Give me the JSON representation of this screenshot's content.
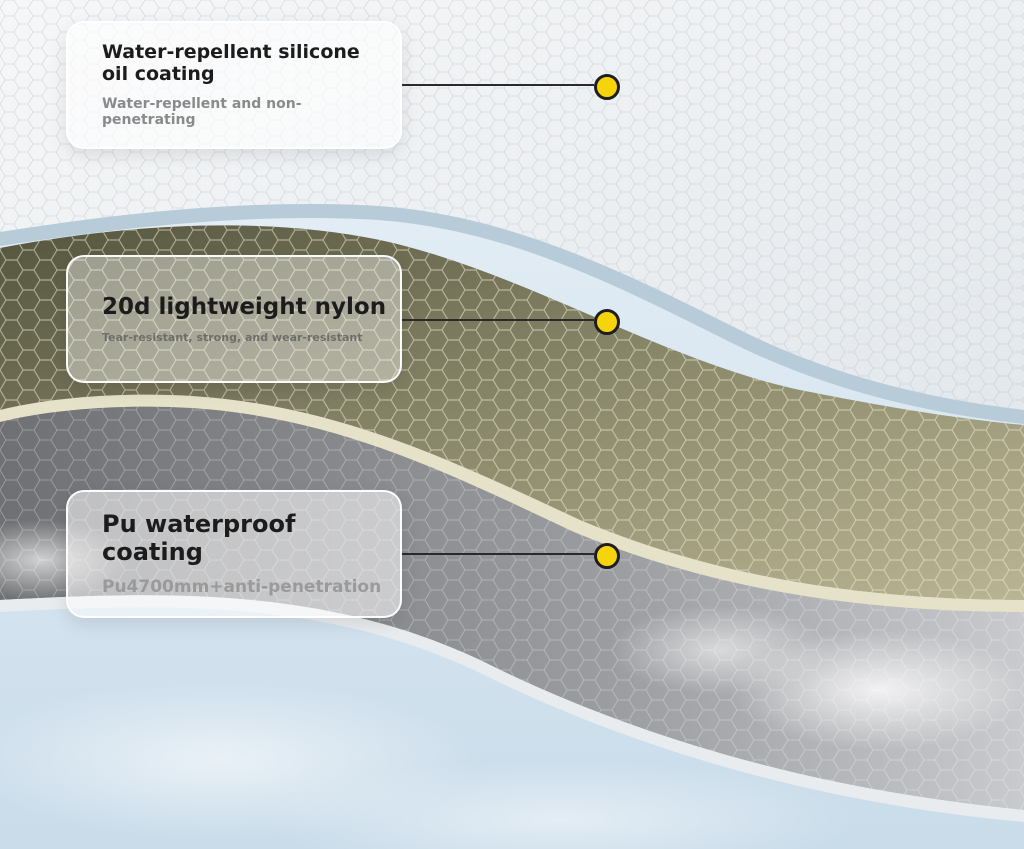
{
  "colors": {
    "sky_top": "#e8f1f8",
    "sky_bottom": "#c7dbea",
    "top_layer": "#eef1f4",
    "nylon_layer": "#7a7a5e",
    "pu_layer": "#8d8e92",
    "marker_fill": "#f5d40c",
    "marker_ring": "#1e1e1e"
  },
  "layers": [
    {
      "title": "Water-repellent silicone oil coating",
      "subtitle": "Water-repellent and non-penetrating",
      "marker_icon": "yellow-dot-marker"
    },
    {
      "title": "20d lightweight nylon",
      "subtitle": "Tear-resistant, strong, and wear-resistant",
      "marker_icon": "yellow-dot-marker"
    },
    {
      "title": "Pu waterproof coating",
      "subtitle": "Pu4700mm+anti-penetration",
      "marker_icon": "yellow-dot-marker"
    }
  ]
}
